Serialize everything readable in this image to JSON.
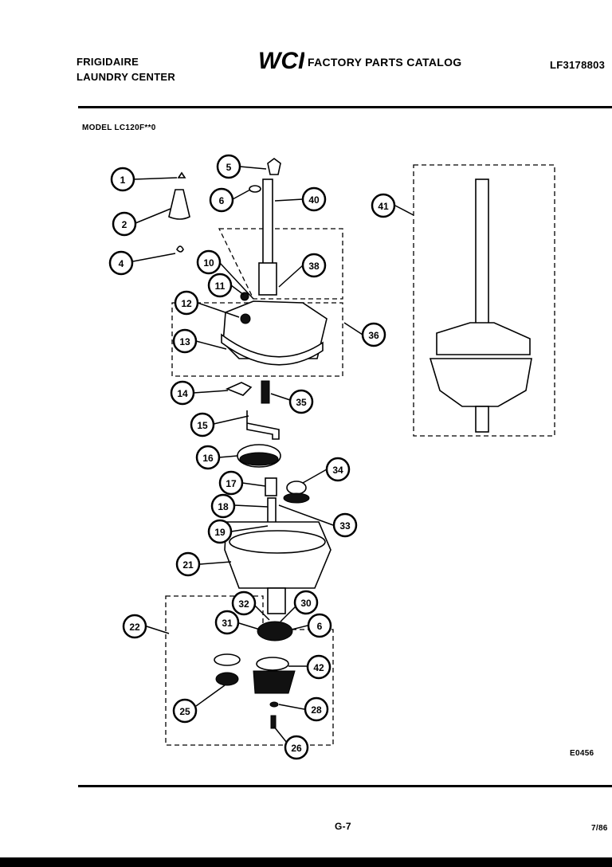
{
  "header": {
    "brand_line1": "FRIGIDAIRE",
    "brand_line2": "LAUNDRY CENTER",
    "logo_text": "WCI",
    "catalog_title": "FACTORY PARTS CATALOG",
    "doc_id": "LF3178803",
    "model_label": "MODEL LC120F**0"
  },
  "diagram": {
    "callouts": [
      "1",
      "2",
      "4",
      "5",
      "6",
      "40",
      "41",
      "10",
      "38",
      "11",
      "12",
      "36",
      "13",
      "14",
      "35",
      "15",
      "16",
      "34",
      "17",
      "18",
      "33",
      "19",
      "21",
      "32",
      "30",
      "22",
      "31",
      "6",
      "42",
      "25",
      "28",
      "26"
    ]
  },
  "footer": {
    "figure_code": "E0456",
    "page_number": "G-7",
    "date": "7/86"
  }
}
